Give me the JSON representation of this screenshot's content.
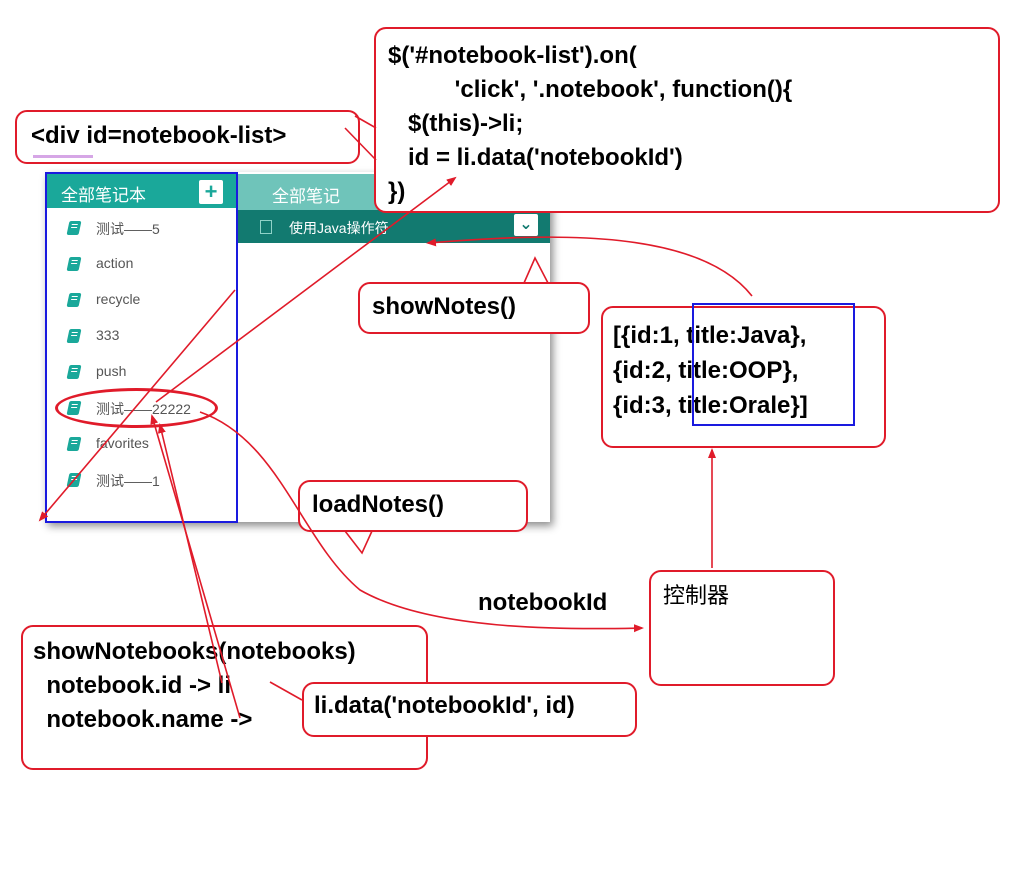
{
  "app": {
    "notebooks_header": "全部笔记本",
    "add_button": "+",
    "notebooks": [
      "测试——5",
      "action",
      "recycle",
      "333",
      "push",
      "测试——22222",
      "favorites",
      "测试——1"
    ],
    "notes_header": "全部笔记",
    "note_title": "使用Java操作符",
    "chevron": "⌄"
  },
  "callouts": {
    "code_top": "$('#notebook-list').on(\n          'click', '.notebook', function(){\n   $(this)->li;\n   id = li.data('notebookId')\n})",
    "div_id": "<div id=notebook-list>",
    "show_notes": "showNotes()",
    "load_notes": "loadNotes()",
    "data": "[{id:1, title:Java},\n{id:2, title:OOP},\n{id:3, title:Orale}]",
    "controller": "控制器",
    "show_notebooks": "showNotebooks(notebooks)\n  notebook.id -> li\n  notebook.name ->",
    "li_data": "li.data('notebookId', id)",
    "notebook_id_label": "notebookId"
  },
  "colors": {
    "teal": "#1aa89a",
    "teal_light": "#6fc4ba",
    "teal_dark": "#127a70",
    "red": "#e01b2a",
    "blue": "#1a1adf"
  }
}
